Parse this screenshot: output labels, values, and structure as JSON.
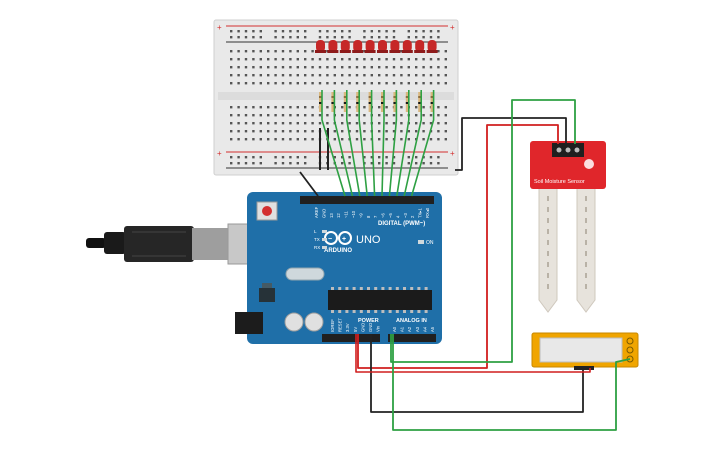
{
  "arduino": {
    "brand": "ARDUINO",
    "model": "UNO",
    "header_digital": "DIGITAL (PWM~)",
    "header_power": "POWER",
    "header_analog": "ANALOG IN",
    "on_label": "ON",
    "led_labels": [
      "L",
      "TX",
      "RX"
    ],
    "digital_pins": [
      "AREF",
      "GND",
      "13",
      "12",
      "~11",
      "~10",
      "~9",
      "8",
      "7",
      "~6",
      "~5",
      "4",
      "~3",
      "2",
      "TX▸1",
      "RX◂0"
    ],
    "power_pins": [
      "IOREF",
      "RESET",
      "3.3V",
      "5V",
      "GND",
      "GND",
      "Vin"
    ],
    "analog_pins": [
      "A0",
      "A1",
      "A2",
      "A3",
      "A4",
      "A5"
    ]
  },
  "sensor": {
    "label": "Soil Moisture Sensor"
  },
  "breadboard": {
    "plus": "+",
    "minus": "−"
  },
  "colors": {
    "board_blue": "#1f6fa8",
    "sensor_red": "#e0262b",
    "wire_green": "#2ea043",
    "wire_red": "#d11f1f",
    "wire_black": "#222222",
    "led_red": "#c62828",
    "lcd_amber": "#f0a500"
  }
}
